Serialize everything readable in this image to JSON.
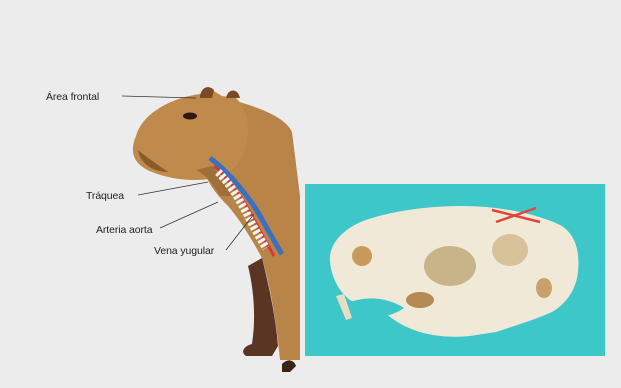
{
  "labels": {
    "frontal": "Área frontal",
    "traquea": "Tráquea",
    "aorta": "Arteria aorta",
    "yugular": "Vena yugular"
  },
  "colors": {
    "background": "#ececec",
    "fur": "#c08a4c",
    "fur_dark": "#8a5a2b",
    "leg": "#5a3524",
    "skull_panel": "#3ec7c9",
    "bone": "#f1e9d8",
    "marker": "#e0443a",
    "trachea": "#f4f4f4",
    "artery": "#d23b3b",
    "vein": "#3b6fc2"
  },
  "icons": {
    "skull": "capybara-skull-illustration",
    "marker": "red-x-marker"
  }
}
